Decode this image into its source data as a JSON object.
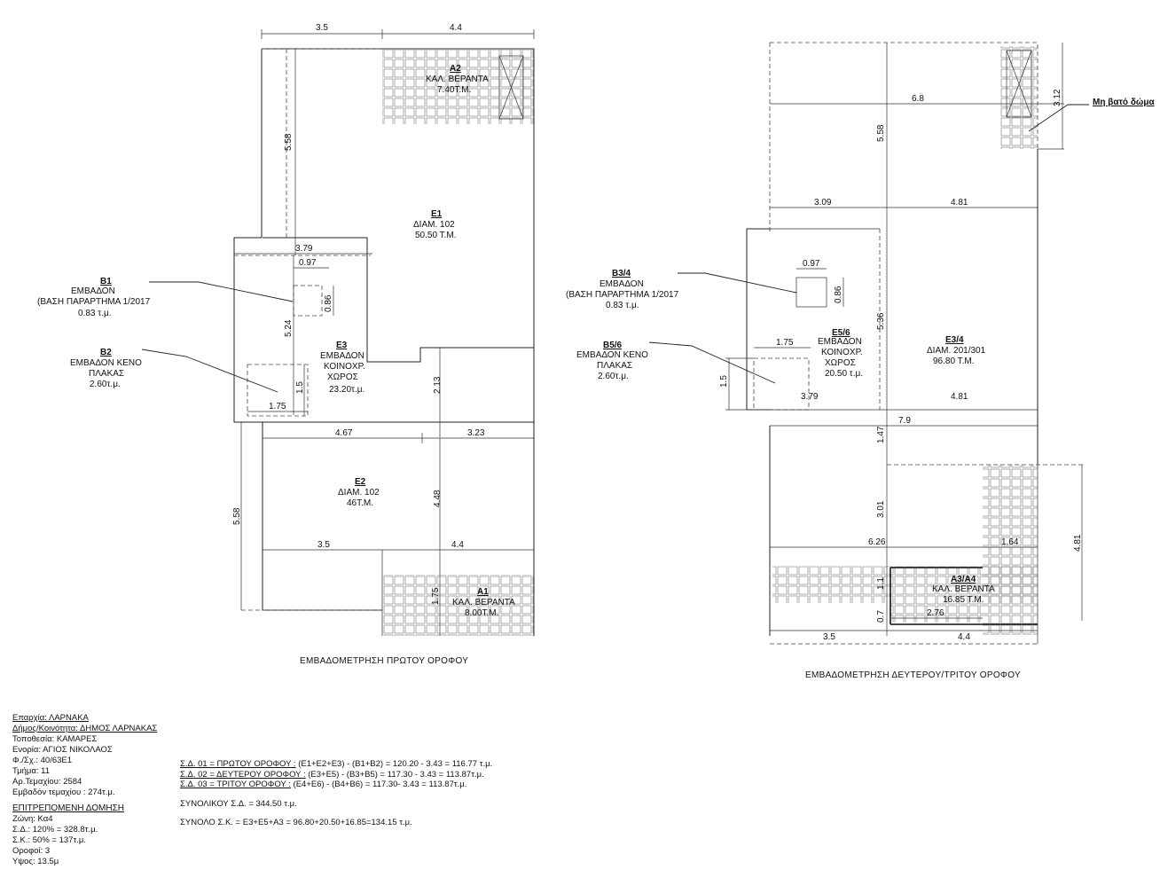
{
  "plan1": {
    "caption": "ΕΜΒΑΔΟΜΕΤΡΗΣΗ   ΠΡΩΤΟΥ ΟΡΟΦΟΥ",
    "dims": {
      "top_left": "3.5",
      "top_right": "4.4",
      "left_upper": "5.58",
      "core_width": "3.79",
      "core_small": "0.97",
      "core_small_h": "0.86",
      "core_height": "5.24",
      "void_h": "1.5",
      "void_w": "1.75",
      "mid_h": "2.13",
      "mid_left": "4.67",
      "mid_right": "3.23",
      "lower_h": "4.48",
      "lower_left": "5.58",
      "bottom_left": "3.5",
      "bottom_right": "4.4",
      "veranda_h": "1.75"
    },
    "rooms": {
      "a2": {
        "code": "A2",
        "name": "ΚΑΛ. ΒΕΡΑΝΤΑ",
        "area": "7.40Τ.Μ."
      },
      "e1": {
        "code": "E1",
        "name": "ΔΙΑΜ. 102",
        "area": "50.50 Τ.Μ."
      },
      "e3": {
        "code": "E3",
        "name1": "ΕΜΒΑΔΟΝ",
        "name2": "ΚΟΙΝΟΧΡ.",
        "name3": "ΧΩΡΟΣ",
        "area": "23.20τ.μ."
      },
      "e2": {
        "code": "E2",
        "name": "ΔΙΑΜ. 102",
        "area": "46Τ.Μ."
      },
      "a1": {
        "code": "A1",
        "name": "ΚΑΛ. ΒΕΡΑΝΤΑ",
        "area": "8.00Τ.Μ."
      }
    },
    "notes": {
      "b1": {
        "code": "B1",
        "line1": "ΕΜΒΑΔΟΝ",
        "line2": "(ΒΑΣΗ ΠΑΡΑΡΤΗΜΑ 1/2017",
        "area": "0.83 τ.μ."
      },
      "b2": {
        "code": "B2",
        "line1": "ΕΜΒΑΔΟΝ ΚΕΝΟ",
        "line2": "ΠΛΑΚΑΣ",
        "area": "2.60τ.μ."
      }
    }
  },
  "plan2": {
    "caption": "ΕΜΒΑΔΟΜΕΤΡΗΣΗ  ΔΕΥΤΕΡΟΥ/ΤΡΙΤΟΥ ΟΡΟΦΟΥ",
    "roof_label": "Μη βατό δώμα",
    "dims": {
      "top_width": "6.8",
      "roof_h": "3.12",
      "upper_h": "5.58",
      "row2_left": "3.09",
      "row2_right": "4.81",
      "core_small": "0.97",
      "core_small_h": "0.86",
      "core_h": "5.36",
      "void_w": "1.75",
      "void_h": "1.5",
      "core_w": "3.79",
      "core_right": "4.81",
      "mid_w": "7.9",
      "mid_h": "1.47",
      "lower_h": "3.01",
      "lower_w": "6.26",
      "lower_right": "1.64",
      "right_h": "4.81",
      "ver_h": "1.1",
      "ver_w": "2.76",
      "ver_h2": "0.7",
      "bottom_left": "3.5",
      "bottom_right": "4.4"
    },
    "rooms": {
      "e34": {
        "code": "E3/4",
        "name": "ΔΙΑΜ. 201/301",
        "area": "96.80 Τ.Μ."
      },
      "e56": {
        "code": "E5/6",
        "name1": "ΕΜΒΑΔΟΝ",
        "name2": "ΚΟΙΝΟΧΡ.",
        "name3": "ΧΩΡΟΣ",
        "area": "20.50 τ.μ."
      },
      "a34": {
        "code": "A3/A4",
        "name": "ΚΑΛ. ΒΕΡΑΝΤΑ",
        "area": "16.85 Τ.Μ."
      }
    },
    "notes": {
      "b34": {
        "code": "B3/4",
        "line1": "ΕΜΒΑΔΟΝ",
        "line2": "(ΒΑΣΗ ΠΑΡΑΡΤΗΜΑ 1/2017",
        "area": "0.83 τ.μ."
      },
      "b56": {
        "code": "B5/6",
        "line1": "ΕΜΒΑΔΟΝ ΚΕΝΟ",
        "line2": "ΠΛΑΚΑΣ",
        "area": "2.60τ.μ."
      }
    }
  },
  "info": {
    "eparchia": "Επαρχία: ΛΑΡΝΑΚΑ",
    "dimos": "Δήμος/Κοινότητα:  ΔΗΜΟΣ ΛΑΡΝΑΚΑΣ",
    "topothesia": "Τοποθεσία:  ΚΑΜΑΡΕΣ",
    "enoria": "Ενορία: ΑΓΙΟΣ ΝΙΚΟΛΑΟΣ",
    "fsx": "Φ./Σχ.:  40/63Ε1",
    "tmima": "Τμήμα: 11",
    "temaxio": "Αρ.Τεμαχίου: 2584",
    "emvado": "Εμβαδόν τεμαχίου : 274τ.μ.",
    "heading": "ΕΠΙΤΡΕΠΟΜΕΝΗ ΔΟΜΗΣΗ",
    "zoni": "Ζώνη: Κα4",
    "sd": "Σ.Δ.: 120% = 328.8τ.μ.",
    "sk": "Σ.Κ.: 50% = 137τ.μ.",
    "orofoi": "Οροφοί: 3",
    "ypsos": "Υψος: 13.5μ"
  },
  "summary": {
    "l1_label": "Σ.Δ. 01 =  ΠΡΩΤΟΥ ΟΡΟΦΟΥ  :",
    "l1_value": " (Ε1+Ε2+Ε3) - (Β1+Β2) = 120.20 - 3.43 = 116.77 τ.μ.",
    "l2_label": "Σ.Δ. 02 =  ΔΕΥΤΕΡΟΥ ΟΡΟΦΟΥ  :",
    "l2_value": " (Ε3+Ε5) - (Β3+Β5) = 117.30 - 3.43 = 113.87τ.μ.",
    "l3_label": "Σ.Δ. 03 =  ΤΡΙΤΟΥ ΟΡΟΦΟΥ  :",
    "l3_value": " (Ε4+Ε6) - (Β4+Β6) = 117.30- 3.43 = 113.87τ.μ.",
    "total_sd": "ΣΥΝΟΛΙΚΟΥ Σ.Δ. = 344.50 τ.μ.",
    "total_sk": "ΣΥΝΟΛΟ Σ.Κ.  =  Ε3+Ε5+Α3 = 96.80+20.50+16.85=134.15 τ.μ."
  }
}
